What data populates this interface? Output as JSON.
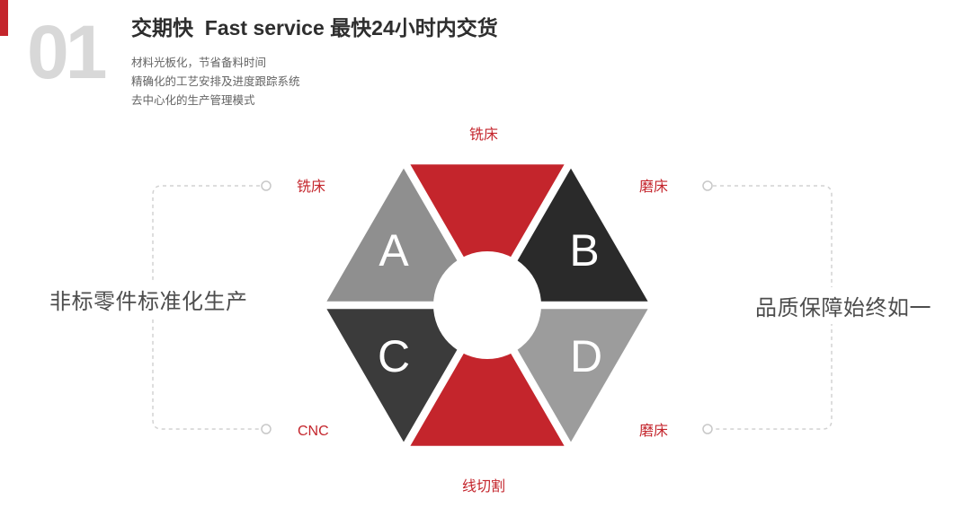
{
  "header": {
    "index_number": "01",
    "title": "交期快  Fast service 最快24小时内交货",
    "bullets": [
      "材料光板化，节省备料时间",
      "精确化的工艺安排及进度跟踪系统",
      "去中心化的生产管理模式"
    ]
  },
  "captions": {
    "left": "非标零件标准化生产",
    "right": "品质保障始终如一"
  },
  "diagram": {
    "letters": {
      "upper_left": "A",
      "upper_right": "B",
      "lower_left": "C",
      "lower_right": "D"
    },
    "labels": {
      "top": "铣床",
      "upper_left": "铣床",
      "upper_right": "磨床",
      "lower_left": "CNC",
      "lower_right": "磨床",
      "bottom": "线切割"
    },
    "colors": {
      "top": "#c4252c",
      "bottom": "#c4252c",
      "upper_left": "#8f8f8f",
      "upper_right": "#2a2a2a",
      "lower_left": "#3b3b3b",
      "lower_right": "#9c9c9c",
      "accent_red": "#c4252c",
      "number_gray": "#d8d8d8",
      "connector_gray": "#d2d2d2"
    }
  }
}
